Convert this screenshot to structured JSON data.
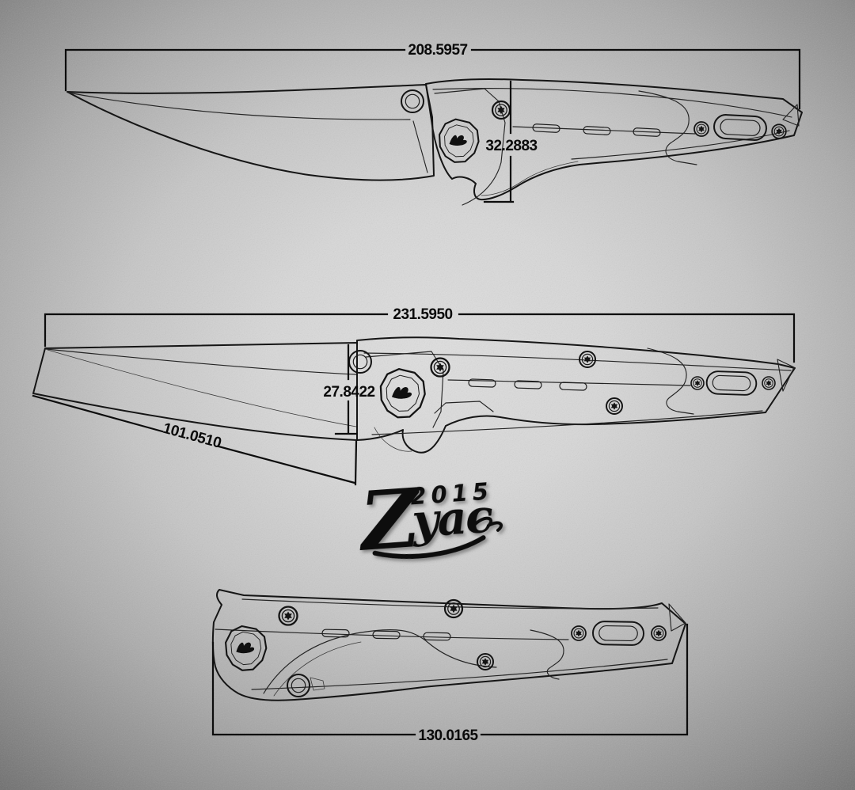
{
  "drawing": {
    "views": {
      "open_angled": {
        "overall_length": "208.5957",
        "front_height": "32.2883"
      },
      "open_full": {
        "overall_length": "231.5950",
        "heel_height": "27.8422",
        "edge_length": "101.0510"
      },
      "closed": {
        "length": "130.0165"
      }
    },
    "logo": {
      "initial": "Z",
      "rest": "yac",
      "year": "2015"
    }
  },
  "colors": {
    "line": "#141414",
    "dimension": "#0c0c0c",
    "background_center": "#dedede",
    "background_edge": "#6e6e6e"
  }
}
